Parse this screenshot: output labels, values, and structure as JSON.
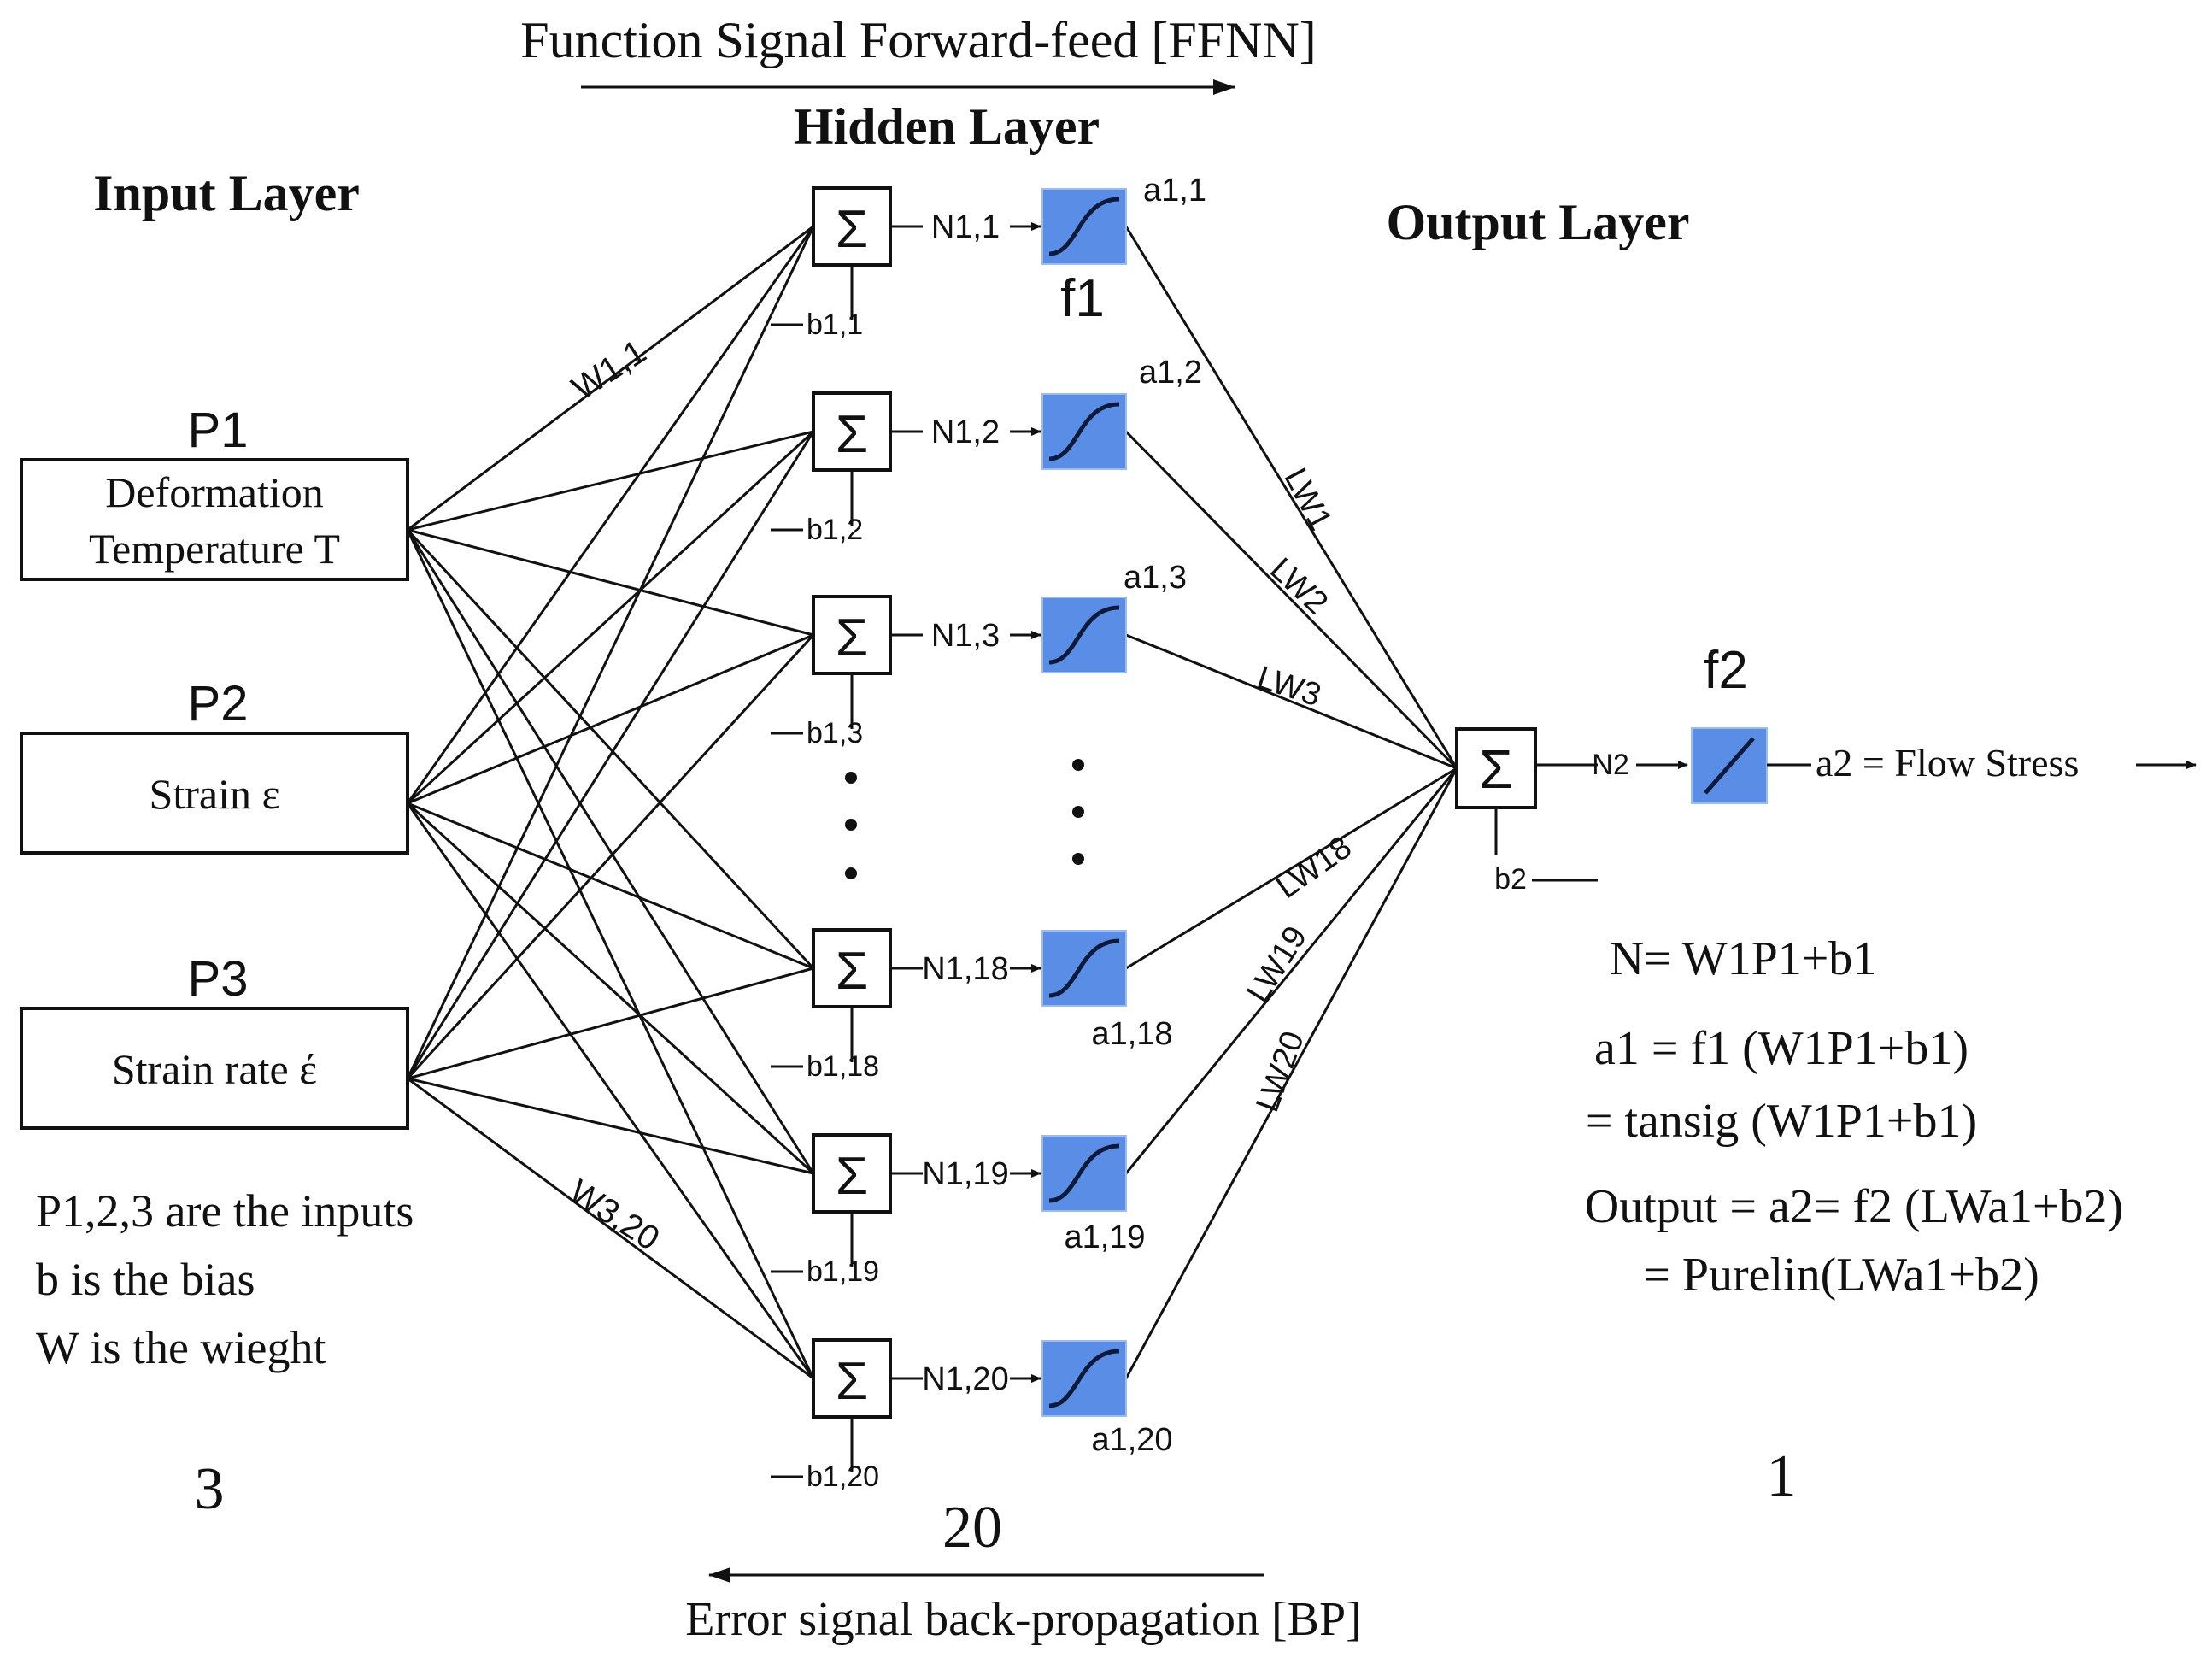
{
  "top_arrow": {
    "label": "Function Signal Forward-feed [FFNN]"
  },
  "bottom_arrow": {
    "label": "Error signal back-propagation [BP]"
  },
  "layers": {
    "input": {
      "title": "Input Layer",
      "count": "3"
    },
    "hidden": {
      "title": "Hidden Layer",
      "count": "20",
      "activation": "f1"
    },
    "output": {
      "title": "Output Layer",
      "count": "1",
      "activation": "f2"
    }
  },
  "inputs": [
    {
      "id": "P1",
      "lines": [
        "Deformation",
        "Temperature T"
      ]
    },
    {
      "id": "P2",
      "lines": [
        "Strain ε"
      ]
    },
    {
      "id": "P3",
      "lines": [
        "Strain rate έ"
      ]
    }
  ],
  "sum_symbol": "Σ",
  "hidden_neurons": [
    {
      "net": "N1,1",
      "bias": "b1,1",
      "out": "a1,1"
    },
    {
      "net": "N1,2",
      "bias": "b1,2",
      "out": "a1,2"
    },
    {
      "net": "N1,3",
      "bias": "b1,3",
      "out": "a1,3"
    },
    {
      "net": "N1,18",
      "bias": "b1,18",
      "out": "a1,18"
    },
    {
      "net": "N1,19",
      "bias": "b1,19",
      "out": "a1,19"
    },
    {
      "net": "N1,20",
      "bias": "b1,20",
      "out": "a1,20"
    }
  ],
  "weight_labels": {
    "first": "W1,1",
    "last": "W3,20"
  },
  "layer_weights": [
    "LW1",
    "LW2",
    "LW3",
    "LW18",
    "LW19",
    "LW20"
  ],
  "output_neuron": {
    "net": "N2",
    "bias": "b2",
    "out": "a2 = Flow Stress"
  },
  "legend": [
    "P1,2,3 are the inputs",
    "b is the bias",
    "W is the wieght"
  ],
  "equations": {
    "line1": "N= W1P1+b1",
    "line2": "a1 =  f1 (W1P1+b1)",
    "line3": "= tansig (W1P1+b1)",
    "line4": "Output = a2=  f2 (LWa1+b2)",
    "line5": "= Purelin(LWa1+b2)"
  }
}
